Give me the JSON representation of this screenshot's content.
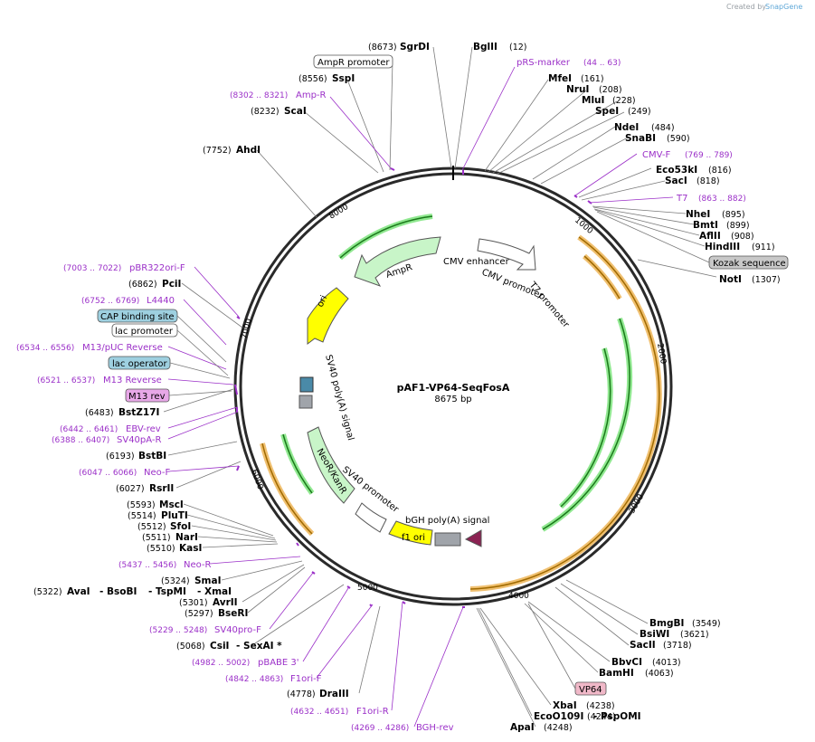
{
  "credit": "Created by",
  "credit_brand": "SnapGene",
  "plasmid": {
    "name": "pAF1-VP64-SeqFosA",
    "length_label": "8675 bp"
  },
  "ticks": [
    {
      "label": "1000",
      "bp": 1000
    },
    {
      "label": "2000",
      "bp": 2000
    },
    {
      "label": "3000",
      "bp": 3000
    },
    {
      "label": "4000",
      "bp": 4000
    },
    {
      "label": "5000",
      "bp": 5000
    },
    {
      "label": "6000",
      "bp": 6000
    },
    {
      "label": "7000",
      "bp": 7000
    },
    {
      "label": "8000",
      "bp": 8000
    }
  ],
  "enzymes": [
    {
      "name": "SgrDI",
      "pos": "(8673)"
    },
    {
      "name": "BglII",
      "pos": "(12)"
    },
    {
      "name": "SspI",
      "pos": "(8556)"
    },
    {
      "name": "MfeI",
      "pos": "(161)"
    },
    {
      "name": "NruI",
      "pos": "(208)"
    },
    {
      "name": "MluI",
      "pos": "(228)"
    },
    {
      "name": "SpeI",
      "pos": "(249)"
    },
    {
      "name": "ScaI",
      "pos": "(8232)"
    },
    {
      "name": "NdeI",
      "pos": "(484)"
    },
    {
      "name": "SnaBI",
      "pos": "(590)"
    },
    {
      "name": "AhdI",
      "pos": "(7752)"
    },
    {
      "name": "Eco53kI",
      "pos": "(816)"
    },
    {
      "name": "SacI",
      "pos": "(818)"
    },
    {
      "name": "NheI",
      "pos": "(895)"
    },
    {
      "name": "BmtI",
      "pos": "(899)"
    },
    {
      "name": "AflII",
      "pos": "(908)"
    },
    {
      "name": "HindIII",
      "pos": "(911)"
    },
    {
      "name": "NotI",
      "pos": "(1307)"
    },
    {
      "name": "PciI",
      "pos": "(6862)"
    },
    {
      "name": "BstZ17I",
      "pos": "(6483)"
    },
    {
      "name": "BstBI",
      "pos": "(6193)"
    },
    {
      "name": "RsrII",
      "pos": "(6027)"
    },
    {
      "name": "MscI",
      "pos": "(5593)"
    },
    {
      "name": "PluTI",
      "pos": "(5514)"
    },
    {
      "name": "SfoI",
      "pos": "(5512)"
    },
    {
      "name": "NarI",
      "pos": "(5511)"
    },
    {
      "name": "KasI",
      "pos": "(5510)"
    },
    {
      "name": "SmaI",
      "pos": "(5324)"
    },
    {
      "name": "AvaI",
      "pos": "(5322)"
    },
    {
      "name": "- BsoBI",
      "pos": ""
    },
    {
      "name": "- TspMI",
      "pos": ""
    },
    {
      "name": "- XmaI",
      "pos": ""
    },
    {
      "name": "AvrII",
      "pos": "(5301)"
    },
    {
      "name": "BseRI",
      "pos": "(5297)"
    },
    {
      "name": "CsiI",
      "pos": "(5068)"
    },
    {
      "name": "- SexAI *",
      "pos": ""
    },
    {
      "name": "DraIII",
      "pos": "(4778)"
    },
    {
      "name": "BmgBI",
      "pos": "(3549)"
    },
    {
      "name": "BsiWI",
      "pos": "(3621)"
    },
    {
      "name": "SacII",
      "pos": "(3718)"
    },
    {
      "name": "BbvCI",
      "pos": "(4013)"
    },
    {
      "name": "BamHI",
      "pos": "(4063)"
    },
    {
      "name": "XbaI",
      "pos": "(4238)"
    },
    {
      "name": "EcoO109I",
      "pos": "(4244)"
    },
    {
      "name": "- PspOMI",
      "pos": ""
    },
    {
      "name": "ApaI",
      "pos": "(4248)"
    }
  ],
  "primers": [
    {
      "name": "pRS-marker",
      "range": "(44 .. 63)"
    },
    {
      "name": "Amp-R",
      "range": "(8302 .. 8321)"
    },
    {
      "name": "CMV-F",
      "range": "(769 .. 789)"
    },
    {
      "name": "T7",
      "range": "(863 .. 882)"
    },
    {
      "name": "pBR322ori-F",
      "range": "(7003 .. 7022)"
    },
    {
      "name": "L4440",
      "range": "(6752 .. 6769)"
    },
    {
      "name": "M13/pUC Reverse",
      "range": "(6534 .. 6556)"
    },
    {
      "name": "M13 Reverse",
      "range": "(6521 .. 6537)"
    },
    {
      "name": "EBV-rev",
      "range": "(6442 .. 6461)"
    },
    {
      "name": "SV40pA-R",
      "range": "(6388 .. 6407)"
    },
    {
      "name": "Neo-F",
      "range": "(6047 .. 6066)"
    },
    {
      "name": "Neo-R",
      "range": "(5437 .. 5456)"
    },
    {
      "name": "SV40pro-F",
      "range": "(5229 .. 5248)"
    },
    {
      "name": "pBABE 3'",
      "range": "(4982 .. 5002)"
    },
    {
      "name": "F1ori-F",
      "range": "(4842 .. 4863)"
    },
    {
      "name": "F1ori-R",
      "range": "(4632 .. 4651)"
    },
    {
      "name": "BGH-rev",
      "range": "(4269 .. 4286)"
    }
  ],
  "boxed_features": [
    {
      "label": "AmpR promoter",
      "color": "#ffffff"
    },
    {
      "label": "Kozak sequence",
      "color": "#c8c8c8"
    },
    {
      "label": "CAP binding site",
      "color": "#9ed0e0"
    },
    {
      "label": "lac promoter",
      "color": "#ffffff"
    },
    {
      "label": "lac operator",
      "color": "#9ed0e0"
    },
    {
      "label": "M13 rev",
      "color": "#e8a8e8"
    },
    {
      "label": "VP64",
      "color": "#f0b8c8"
    }
  ],
  "features": [
    {
      "label": "CMV enhancer"
    },
    {
      "label": "CMV promoter"
    },
    {
      "label": "T7 promoter"
    },
    {
      "label": "AmpR"
    },
    {
      "label": "ori"
    },
    {
      "label": "SV40 poly(A) signal"
    },
    {
      "label": "NeoR/KanR"
    },
    {
      "label": "SV40 promoter"
    },
    {
      "label": "bGH poly(A) signal"
    },
    {
      "label": "f1 ori"
    }
  ],
  "colors": {
    "backbone": "#2a2a2a",
    "primer": "#9b30c8",
    "amp": "#c8f5c8",
    "ori": "#ffff00",
    "orange_track": "#f0c070",
    "green_track": "#90e890",
    "bgh_arrow": "#8b2252",
    "grey_feature": "#a0a4aa"
  }
}
